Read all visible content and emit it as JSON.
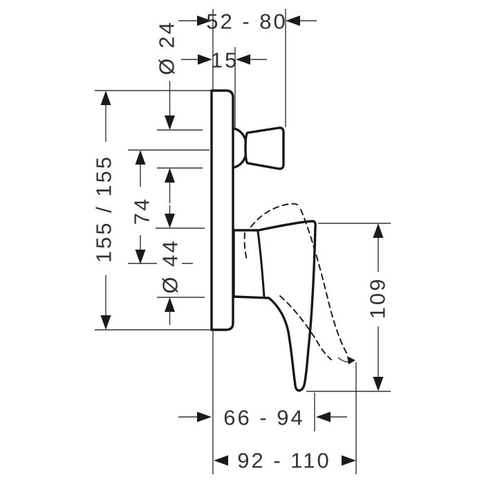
{
  "drawing": {
    "description": "Technical side-view dimension drawing of a concealed single-lever mixer with wall plate, control knob and lever handle (solid and dashed swivel position)",
    "units": "mm",
    "colors": {
      "background": "#ffffff",
      "fixture_line": "#161616",
      "dimension_line": "#333333",
      "label_text": "#333333"
    },
    "labels": {
      "depth_range_top": "52 - 80",
      "plate_offset": "15",
      "knob_escutcheon_diameter": "Ø 24",
      "plate_size": "155 / 155",
      "axis_distance": "74",
      "hub_diameter": "Ø 44",
      "lever_height": "109",
      "depth_range_lever": "66 - 94",
      "depth_range_total": "92 - 110"
    }
  }
}
